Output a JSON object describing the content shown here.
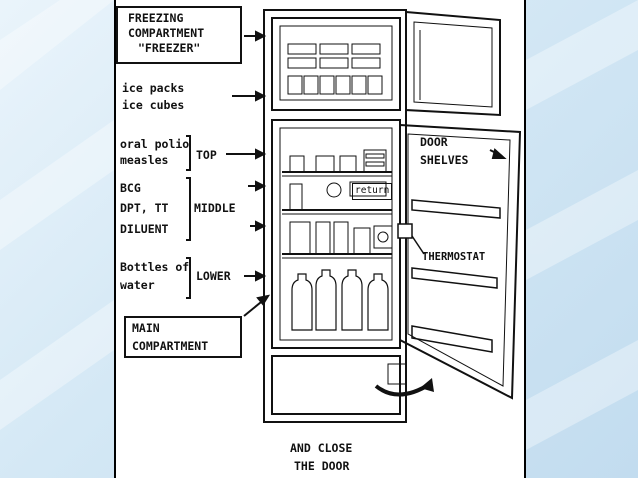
{
  "labels": {
    "freezing_compartment": "FREEZING",
    "freezing_compartment_2": "COMPARTMENT",
    "freezer": "\"FREEZER\"",
    "ice_packs": "ice packs",
    "ice_cubes": "ice cubes",
    "oral_polio": "oral polio",
    "measles": "measles",
    "top": "TOP",
    "bcg": "BCG",
    "dpt_tt": "DPT, TT",
    "diluent": "DILUENT",
    "middle": "MIDDLE",
    "bottles_of": "Bottles of",
    "water": "water",
    "lower": "LOWER",
    "main": "MAIN",
    "compartment": "COMPARTMENT",
    "door": "DOOR",
    "shelves": "SHELVES",
    "thermostat": "THERMOSTAT",
    "return": "return",
    "and_close": "AND CLOSE",
    "the_door": "THE DOOR"
  },
  "colors": {
    "line": "#111111",
    "panel": "#ffffff",
    "background": "#d4e8f5"
  }
}
